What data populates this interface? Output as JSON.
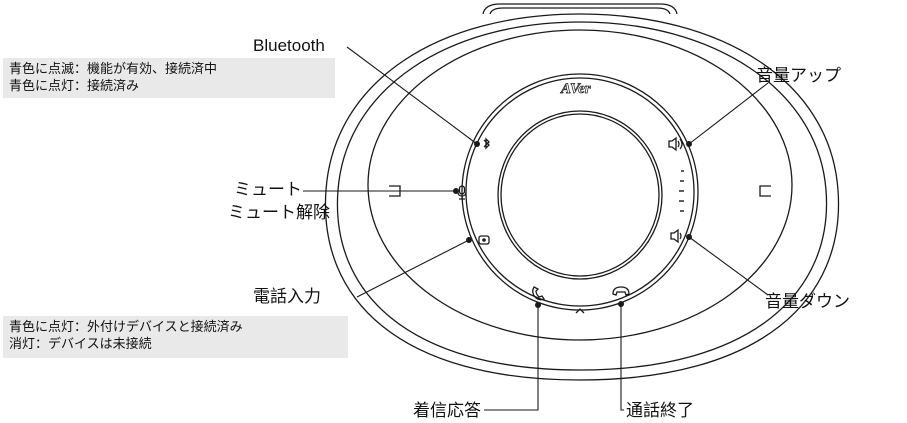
{
  "brand": {
    "logo_text": "AVer"
  },
  "labels": {
    "bluetooth": "Bluetooth",
    "mute": "ミュート",
    "unmute": "ミュート解除",
    "volume_up": "音量アップ",
    "volume_down": "音量ダウン",
    "line_in": "電話入力",
    "answer_call": "着信応答",
    "end_call": "通話終了"
  },
  "notes": {
    "bluetooth": [
      "青色に点滅：機能が有効、接続済中",
      "青色に点灯：接続済み"
    ],
    "line_in": [
      "青色に点灯：外付けデバイスと接続済み",
      "消灯：デバイスは未接続"
    ]
  },
  "colors": {
    "line": "#1a1a1a",
    "note_background": "#e9e9e9"
  },
  "icons": {
    "bluetooth": "bluetooth-icon",
    "mute": "microphone-icon",
    "line_in": "line-in-icon",
    "volume_up": "volume-up-icon",
    "volume_down": "volume-down-icon",
    "answer": "phone-answer-icon",
    "end": "phone-hangup-icon"
  }
}
